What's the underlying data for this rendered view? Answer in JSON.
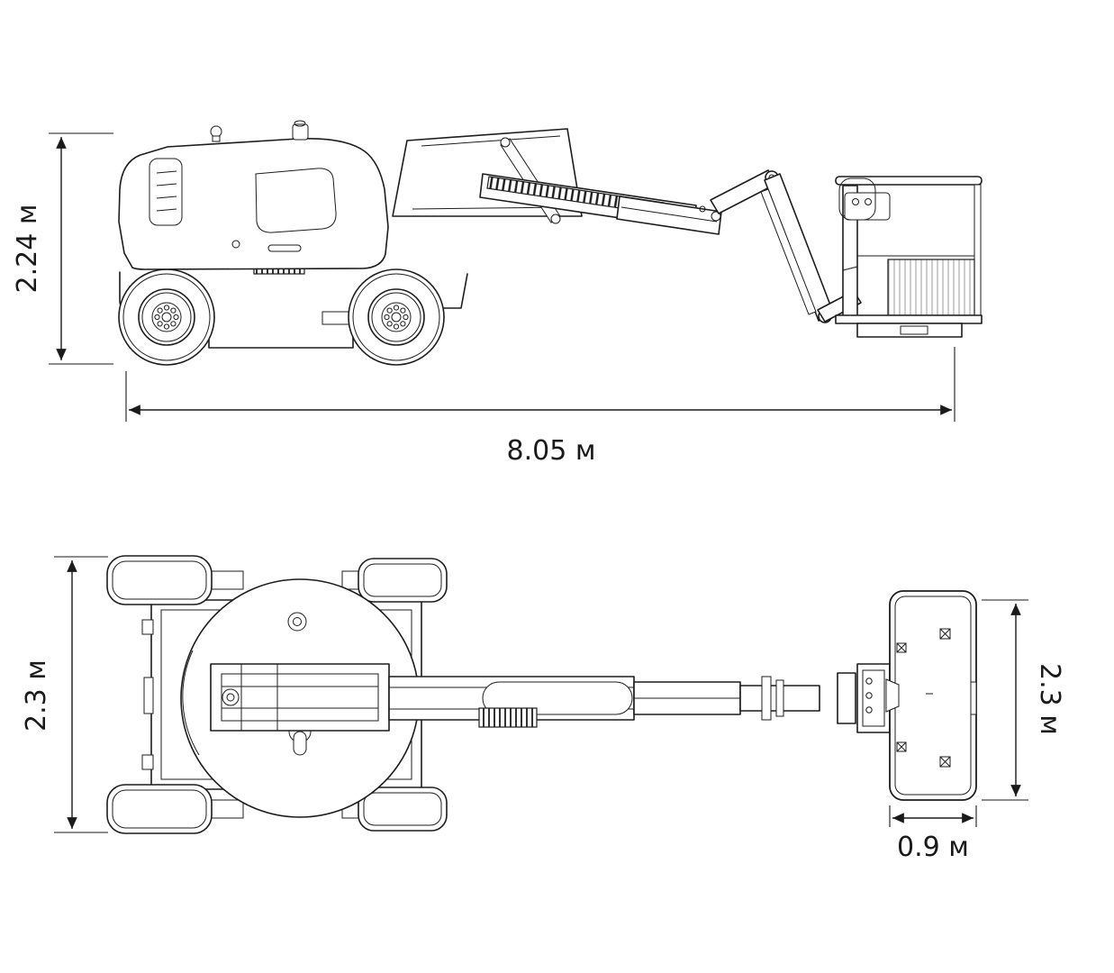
{
  "diagram": {
    "type": "technical-dimension-drawing",
    "colors": {
      "line": "#1c1c1c",
      "background": "#ffffff"
    },
    "side_view": {
      "height_label": "2.24 м",
      "length_label": "8.05 м"
    },
    "plan_view": {
      "width_label": "2.3 м",
      "platform_width_label": "2.3 м",
      "platform_depth_label": "0.9 м"
    }
  }
}
